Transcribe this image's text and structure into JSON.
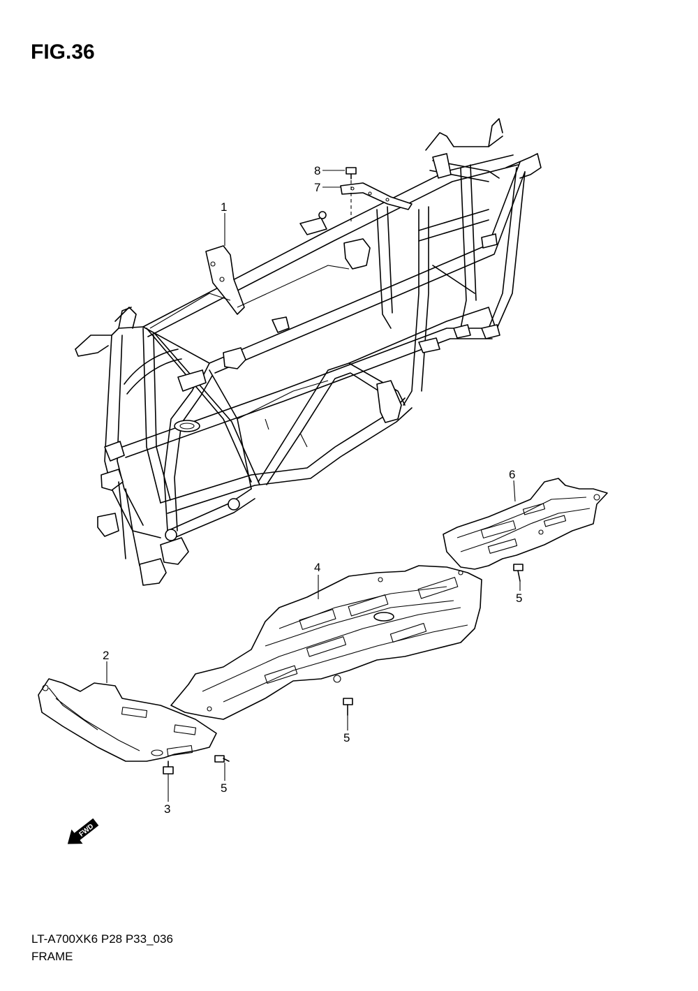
{
  "figure": {
    "title": "FIG.36",
    "model_code": "LT-A700XK6 P28 P33_036",
    "section_name": "FRAME",
    "direction_label": "FWD"
  },
  "callouts": [
    {
      "id": "1",
      "label": "1"
    },
    {
      "id": "2",
      "label": "2"
    },
    {
      "id": "3",
      "label": "3"
    },
    {
      "id": "4",
      "label": "4"
    },
    {
      "id": "5a",
      "label": "5"
    },
    {
      "id": "5b",
      "label": "5"
    },
    {
      "id": "5c",
      "label": "5"
    },
    {
      "id": "6",
      "label": "6"
    },
    {
      "id": "7",
      "label": "7"
    },
    {
      "id": "8",
      "label": "8"
    }
  ]
}
